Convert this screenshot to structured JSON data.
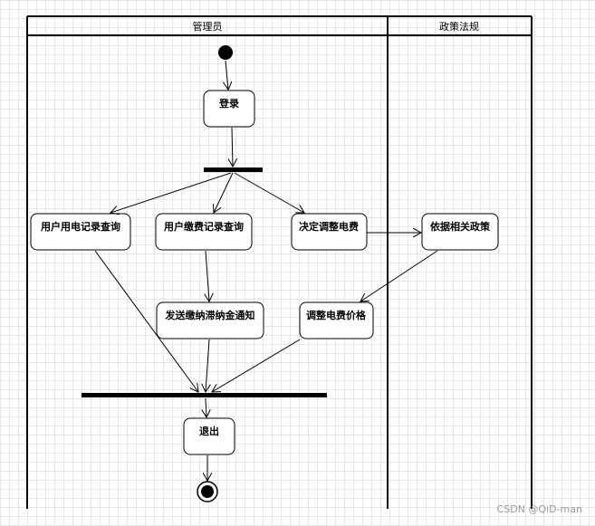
{
  "swimlanes": {
    "admin": "管理员",
    "policy": "政策法规"
  },
  "activities": {
    "login": "登录",
    "usage_query": "用户用电记录查询",
    "payment_query": "用户缴费记录查询",
    "decide_adjust": "决定调整电费",
    "per_policy": "依据相关政策",
    "send_notice": "发送缴纳滞纳金通知",
    "adjust_price": "调整电费价格",
    "logout": "退出"
  },
  "watermark": "CSDN @QiD-man",
  "colors": {
    "line": "#000000",
    "node_fill": "#ffffff",
    "grid": "#e6e6e6"
  }
}
